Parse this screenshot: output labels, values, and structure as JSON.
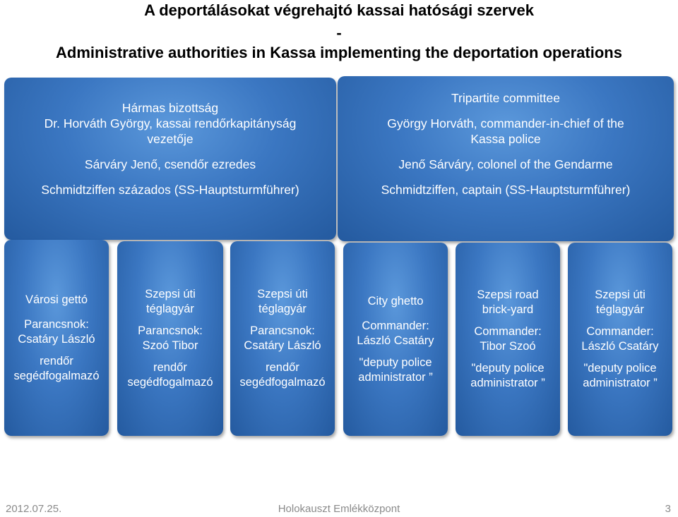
{
  "header": {
    "title_hu": "A deportálásokat végrehajtó kassai hatósági szervek",
    "separator": "-",
    "title_en": "Administrative authorities in Kassa implementing the deportation operations"
  },
  "committee_hu": {
    "heading": "Hármas bizottság",
    "line1a": "Dr. Horváth György, kassai rendőrkapitányság",
    "line1b": "vezetője",
    "line2": "Sárváry Jenő, csendőr ezredes",
    "line3": "Schmidtziffen százados (SS-Hauptsturmführer)"
  },
  "committee_en": {
    "heading": "Tripartite committee",
    "line1a": "György Horváth, commander-in-chief of the",
    "line1b": "Kassa police",
    "line2": "Jenő Sárváry, colonel of the Gendarme",
    "line3": "Schmidtziffen, captain (SS-Hauptsturmführer)"
  },
  "units": [
    {
      "place": [
        "Városi gettó"
      ],
      "cmd_label": "Parancsnok:",
      "cmd_name": "Csatáry László",
      "role": [
        "rendőr",
        "segédfogalmazó"
      ]
    },
    {
      "place": [
        "Szepsi úti",
        "téglagyár"
      ],
      "cmd_label": "Parancsnok:",
      "cmd_name": "Szoó Tibor",
      "role": [
        "rendőr",
        "segédfogalmazó"
      ]
    },
    {
      "place": [
        "Szepsi úti",
        "téglagyár"
      ],
      "cmd_label": "Parancsnok:",
      "cmd_name": "Csatáry László",
      "role": [
        "rendőr",
        "segédfogalmazó"
      ]
    },
    {
      "place": [
        "City ghetto"
      ],
      "cmd_label": "Commander:",
      "cmd_name": "László Csatáry",
      "role": [
        "\"deputy police",
        "administrator ”"
      ]
    },
    {
      "place": [
        "Szepsi road",
        "brick-yard"
      ],
      "cmd_label": "Commander:",
      "cmd_name": "Tibor Szoó",
      "role": [
        "\"deputy police",
        "administrator ”"
      ]
    },
    {
      "place": [
        "Szepsi úti",
        "téglagyár"
      ],
      "cmd_label": "Commander:",
      "cmd_name": "László Csatáry",
      "role": [
        "\"deputy police",
        "administrator ”"
      ]
    }
  ],
  "footer": {
    "date": "2012.07.25.",
    "organization": "Holokauszt Emlékközpont",
    "page": "3"
  }
}
